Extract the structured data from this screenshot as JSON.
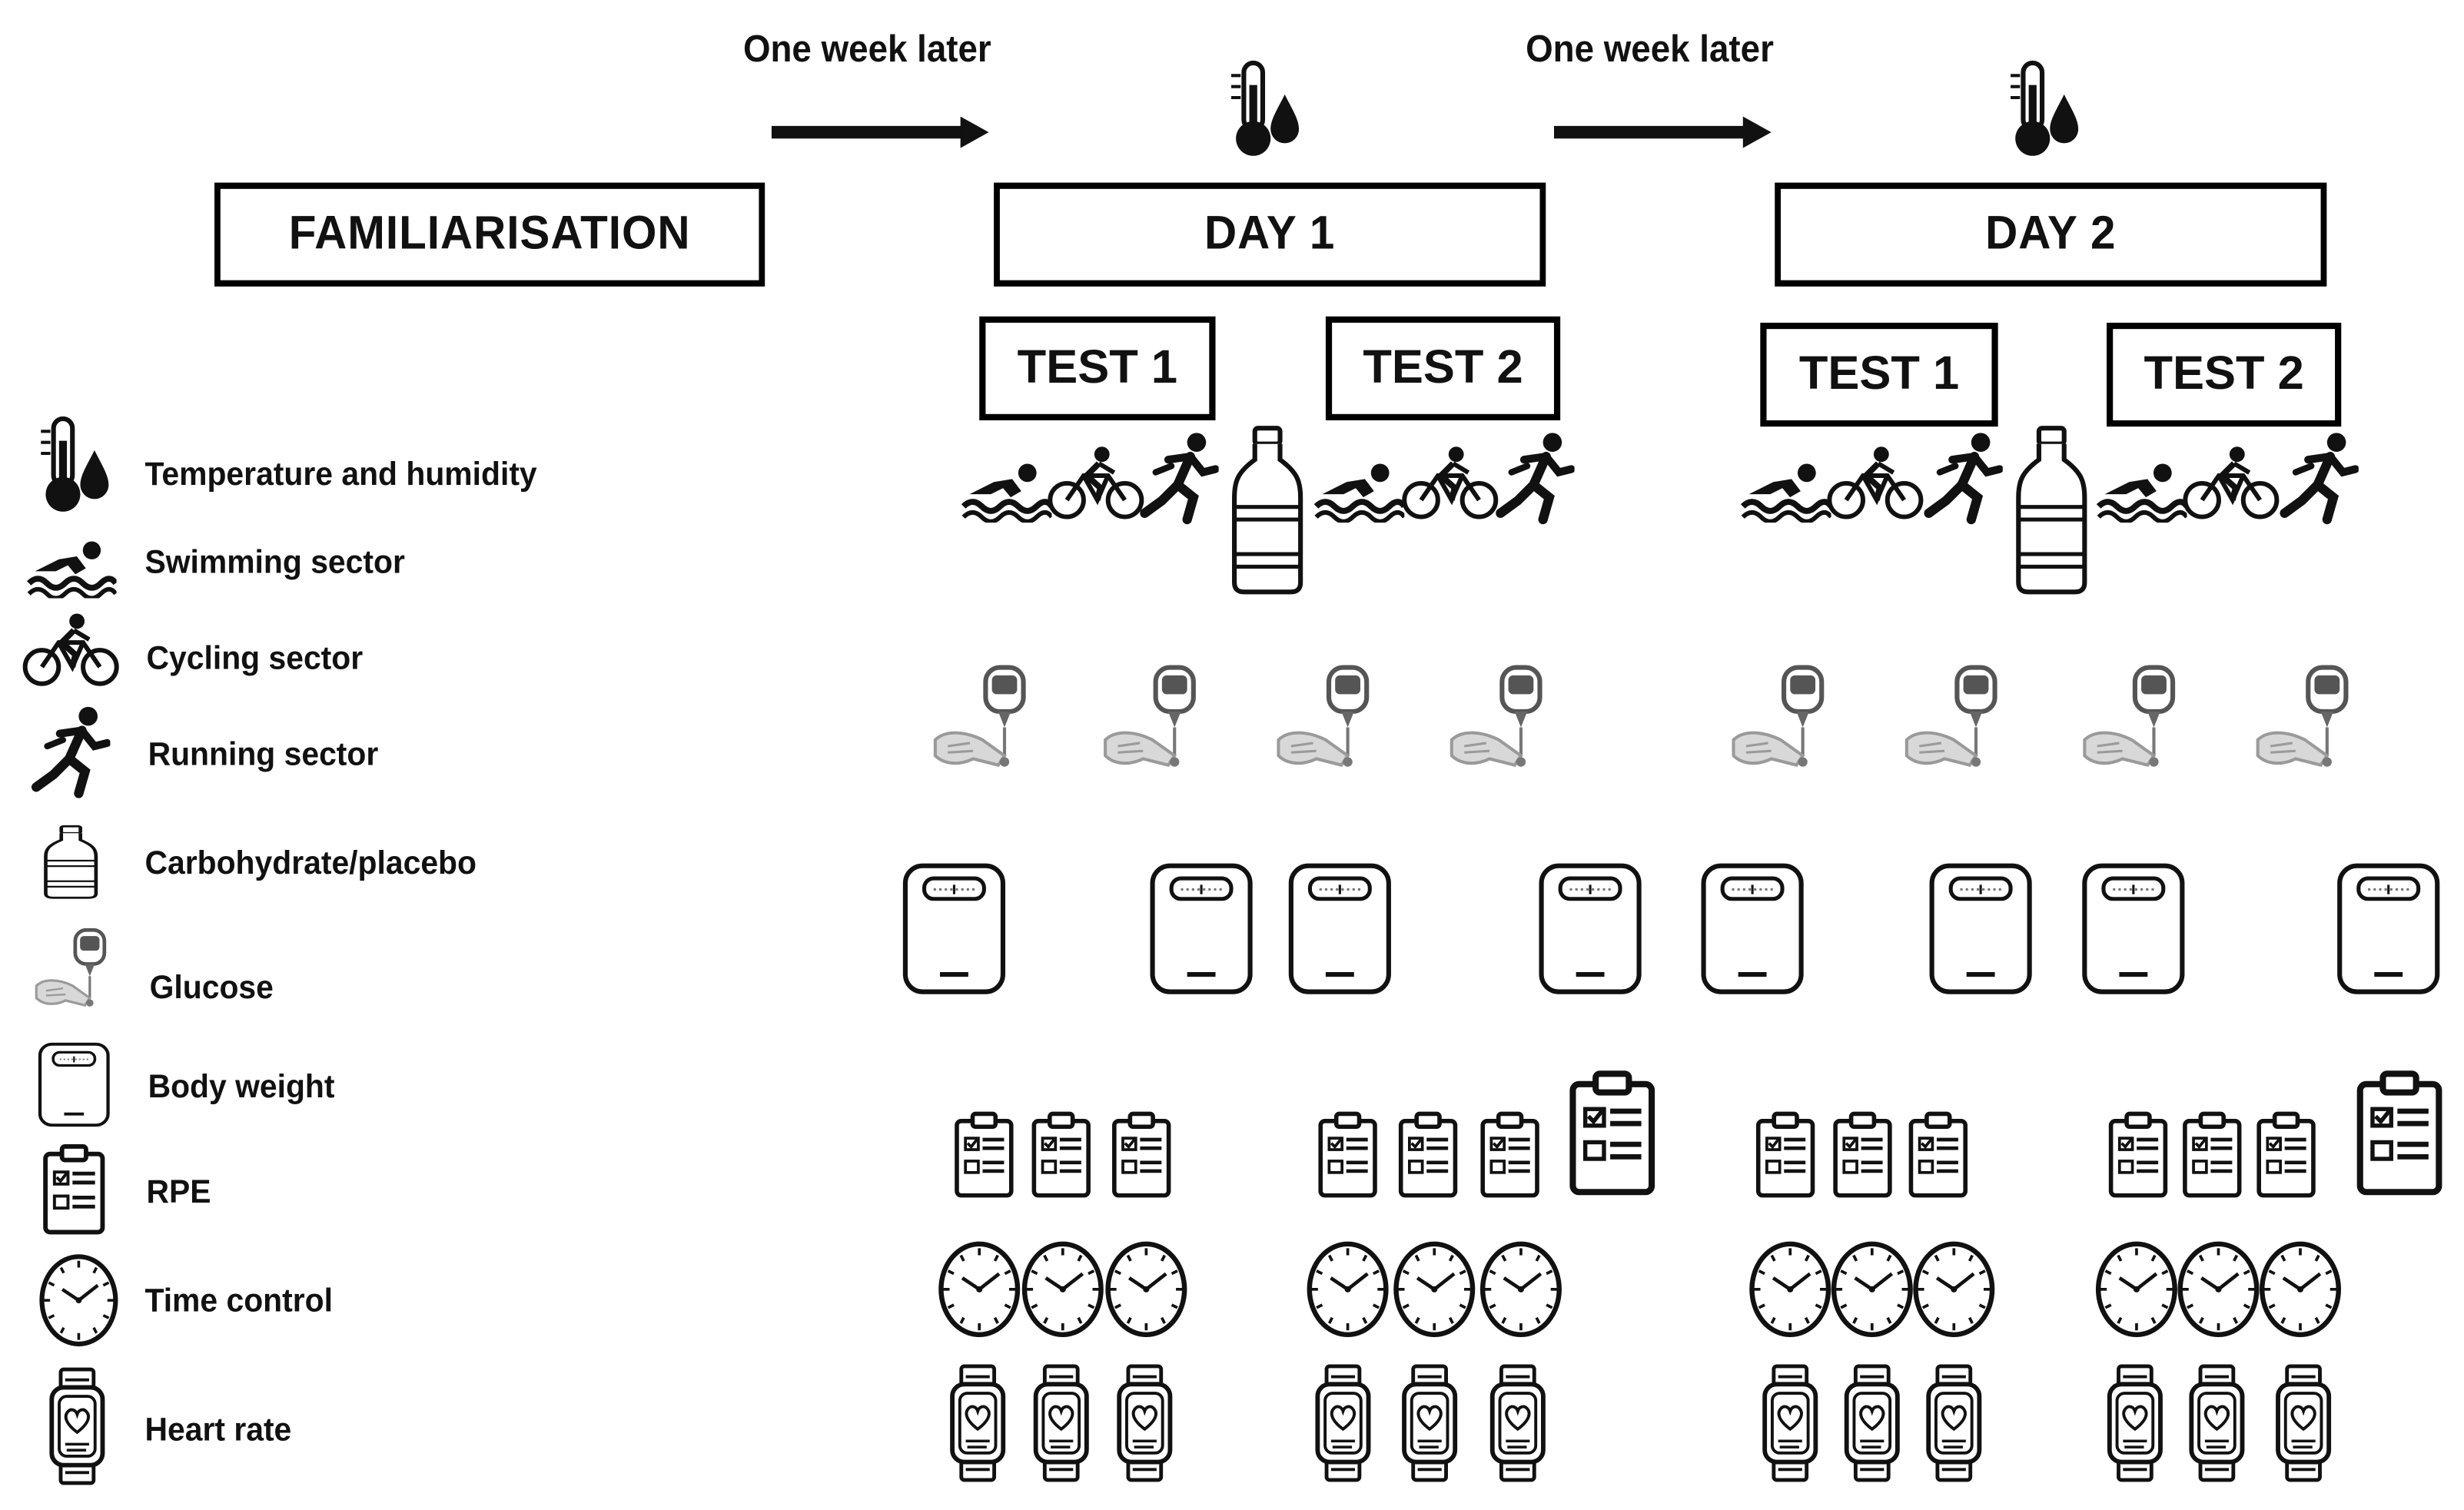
{
  "timeline": {
    "familiarisation_label": "FAMILIARISATION",
    "week_gap_1": "One week later",
    "week_gap_2": "One week later",
    "day1": {
      "label": "DAY 1",
      "test1": "TEST 1",
      "test2": "TEST 2"
    },
    "day2": {
      "label": "DAY 2",
      "test1": "TEST 1",
      "test2": "TEST 2"
    }
  },
  "legend": [
    {
      "icon": "thermometer-drop-icon",
      "label": "Temperature and humidity"
    },
    {
      "icon": "swimmer-icon",
      "label": "Swimming sector"
    },
    {
      "icon": "cyclist-icon",
      "label": "Cycling sector"
    },
    {
      "icon": "runner-icon",
      "label": "Running sector"
    },
    {
      "icon": "bottle-icon",
      "label": "Carbohydrate/placebo"
    },
    {
      "icon": "glucometer-icon",
      "label": "Glucose"
    },
    {
      "icon": "scale-icon",
      "label": "Body weight"
    },
    {
      "icon": "clipboard-icon",
      "label": "RPE"
    },
    {
      "icon": "clock-icon",
      "label": "Time control"
    },
    {
      "icon": "heart-watch-icon",
      "label": "Heart rate"
    }
  ],
  "colors": {
    "ink": "#111111",
    "light_ink": "#8a8a8a",
    "background": "#ffffff"
  }
}
